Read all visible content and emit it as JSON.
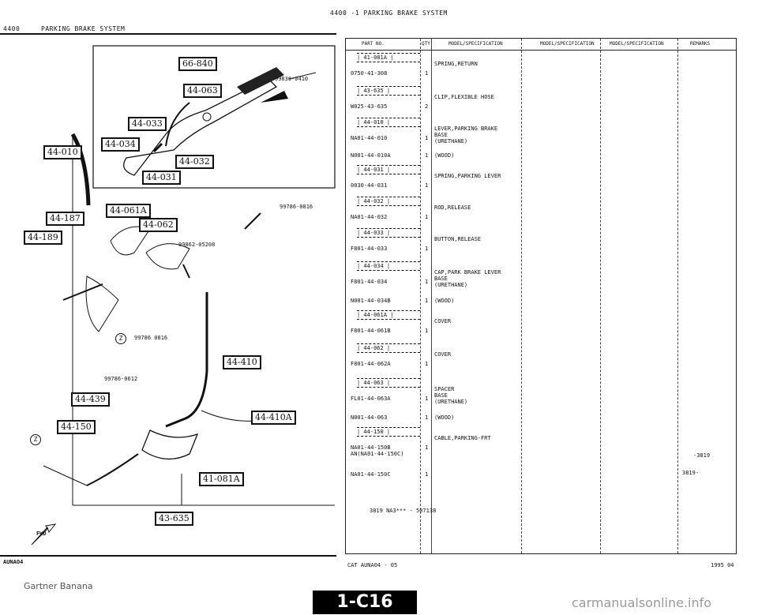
{
  "page": {
    "top_header": "4400  -1     PARKING BRAKE SYSTEM",
    "left_header_num": "4400",
    "left_header_title": "PARKING BRAKE SYSTEM",
    "footer_left": "AUNAO4",
    "footer_center": "CAT  AUNA04 - 05",
    "footer_right": "1995  04",
    "watermark_left": "Gartner Banana",
    "watermark_right": "carmanualsonline.info",
    "page_plate": "1-C16"
  },
  "diagram": {
    "callouts": [
      "66-840",
      "44-063",
      "44-033",
      "44-034",
      "44-010",
      "44-032",
      "44-031",
      "44-061A",
      "44-187",
      "44-062",
      "44-189",
      "44-410",
      "44-439",
      "44-410A",
      "44-150",
      "41-081A",
      "43-635"
    ],
    "part_numbers": [
      "99830-0410",
      "99786-0816",
      "99862-05208",
      "99786 0816",
      "99786-0612"
    ],
    "fwd_label": "FWD",
    "circle_marks": [
      "Z",
      "Z"
    ]
  },
  "table": {
    "headers": [
      "PART NO.",
      "QTY",
      "MODEL/SPECIFICATION",
      "MODEL/SPECIFICATION",
      "MODEL/SPECIFICATION",
      "REMARKS"
    ],
    "rows": [
      {
        "box": "41-081A",
        "pno": "0750-41-308",
        "qty": "1",
        "desc": "SPRING,RETURN"
      },
      {
        "box": "43-635",
        "pno": "W025-43-635",
        "qty": "2",
        "desc": "CLIP,FLEXIBLE HOSE"
      },
      {
        "box": "44-010",
        "pno": "NA01-44-010",
        "qty": "1",
        "desc": "LEVER,PARKING BRAKE\nBASE\n(URETHANE)"
      },
      {
        "box": "",
        "pno": "N001-44-010A",
        "qty": "1",
        "desc": "(WOOD)"
      },
      {
        "box": "44-031",
        "pno": "0030-44-031",
        "qty": "1",
        "desc": "SPRING,PARKING LEVER"
      },
      {
        "box": "44-032",
        "pno": "NA01-44-032",
        "qty": "1",
        "desc": "ROD,RELEASE"
      },
      {
        "box": "44-033",
        "pno": "F801-44-033",
        "qty": "1",
        "desc": "BUTTON,RELEASE"
      },
      {
        "box": "44-034",
        "pno": "F801-44-034",
        "qty": "1",
        "desc": "CAP,PARK BRAKE LEVER\nBASE\n(URETHANE)"
      },
      {
        "box": "",
        "pno": "N001-44-034B",
        "qty": "1",
        "desc": "(WOOD)"
      },
      {
        "box": "44-061A",
        "pno": "F801-44-061B",
        "qty": "1",
        "desc": "COVER"
      },
      {
        "box": "44-062",
        "pno": "F801-44-062A",
        "qty": "1",
        "desc": "COVER"
      },
      {
        "box": "44-063",
        "pno": "FL01-44-063A",
        "qty": "1",
        "desc": "SPACER\nBASE\n(URETHANE)"
      },
      {
        "box": "",
        "pno": "N001-44-063",
        "qty": "1",
        "desc": "(WOOD)"
      },
      {
        "box": "44-150",
        "pno": "NA01-44-150B\nAN(NA01-44-150C)",
        "qty": "1",
        "desc": "CABLE,PARKING-FRT"
      },
      {
        "box": "",
        "pno": "NA01-44-150C",
        "qty": "1",
        "desc": ""
      }
    ],
    "remarks": [
      "-3819",
      "3819-"
    ],
    "footnote": "3819 NA3*** - 507138"
  }
}
